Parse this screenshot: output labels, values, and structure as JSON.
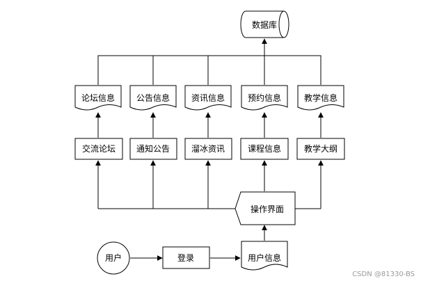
{
  "nodes": {
    "database": "数据库",
    "doc_forum": "论坛信息",
    "doc_notice": "公告信息",
    "doc_news": "资讯信息",
    "doc_booking": "预约信息",
    "doc_teaching": "教学信息",
    "proc_exchange": "交流论坛",
    "proc_notice": "通知公告",
    "proc_skating": "溜冰资讯",
    "proc_course": "课程信息",
    "proc_syllabus": "教学大纲",
    "ui": "操作界面",
    "user": "用户",
    "login": "登录",
    "user_info": "用户信息"
  },
  "watermark": "CSDN @81330-BS"
}
